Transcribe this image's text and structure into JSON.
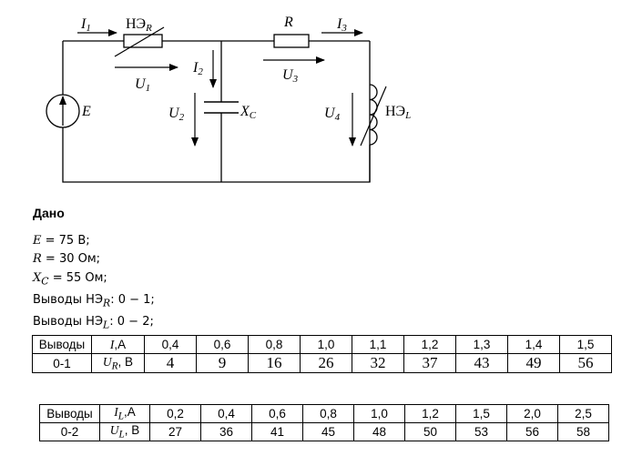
{
  "circuit": {
    "labels": {
      "I1": {
        "main": "I",
        "sub": "1"
      },
      "NE_R": {
        "main": "НЭ",
        "sub": "R"
      },
      "U1": {
        "main": "U",
        "sub": "1"
      },
      "I2": {
        "main": "I",
        "sub": "2"
      },
      "U2": {
        "main": "U",
        "sub": "2"
      },
      "XC": {
        "main": "X",
        "sub": "C"
      },
      "R": {
        "main": "R"
      },
      "I3": {
        "main": "I",
        "sub": "3"
      },
      "U3": {
        "main": "U",
        "sub": "3"
      },
      "U4": {
        "main": "U",
        "sub": "4"
      },
      "NE_L": {
        "main": "НЭ",
        "sub": "L"
      },
      "E": {
        "main": "E"
      }
    }
  },
  "given": {
    "title": "Дано",
    "lines": [
      {
        "sym": "E",
        "sub": "",
        "text": " = 75 В;"
      },
      {
        "sym": "R",
        "sub": "",
        "text": " = 30 Ом;"
      },
      {
        "sym": "X",
        "sub": "C",
        "text": " = 55 Ом;"
      },
      {
        "sym": "",
        "sub": "",
        "text": "Выводы НЭ",
        "sub2": "R",
        "text2": ": 0 − 1;"
      },
      {
        "sym": "",
        "sub": "",
        "text": "Выводы НЭ",
        "sub2": "L",
        "text2": ": 0 − 2;"
      }
    ]
  },
  "table1": {
    "header_col": "Выводы",
    "terminals": "0-1",
    "row1_label": {
      "sym": "I",
      "unit": ",А"
    },
    "row2_label": {
      "sym": "U",
      "sub": "R",
      "unit": ", В"
    },
    "current": [
      "0,4",
      "0,6",
      "0,8",
      "1,0",
      "1,1",
      "1,2",
      "1,3",
      "1,4",
      "1,5"
    ],
    "voltage": [
      "4",
      "9",
      "16",
      "26",
      "32",
      "37",
      "43",
      "49",
      "56"
    ]
  },
  "table2": {
    "header_col": "Выводы",
    "terminals": "0-2",
    "row1_label": {
      "sym": "I",
      "sub": "L",
      "unit": ",А"
    },
    "row2_label": {
      "sym": "U",
      "sub": "L",
      "unit": ", В"
    },
    "current": [
      "0,2",
      "0,4",
      "0,6",
      "0,8",
      "1,0",
      "1,2",
      "1,5",
      "2,0",
      "2,5"
    ],
    "voltage": [
      "27",
      "36",
      "41",
      "45",
      "48",
      "50",
      "53",
      "56",
      "58"
    ]
  }
}
